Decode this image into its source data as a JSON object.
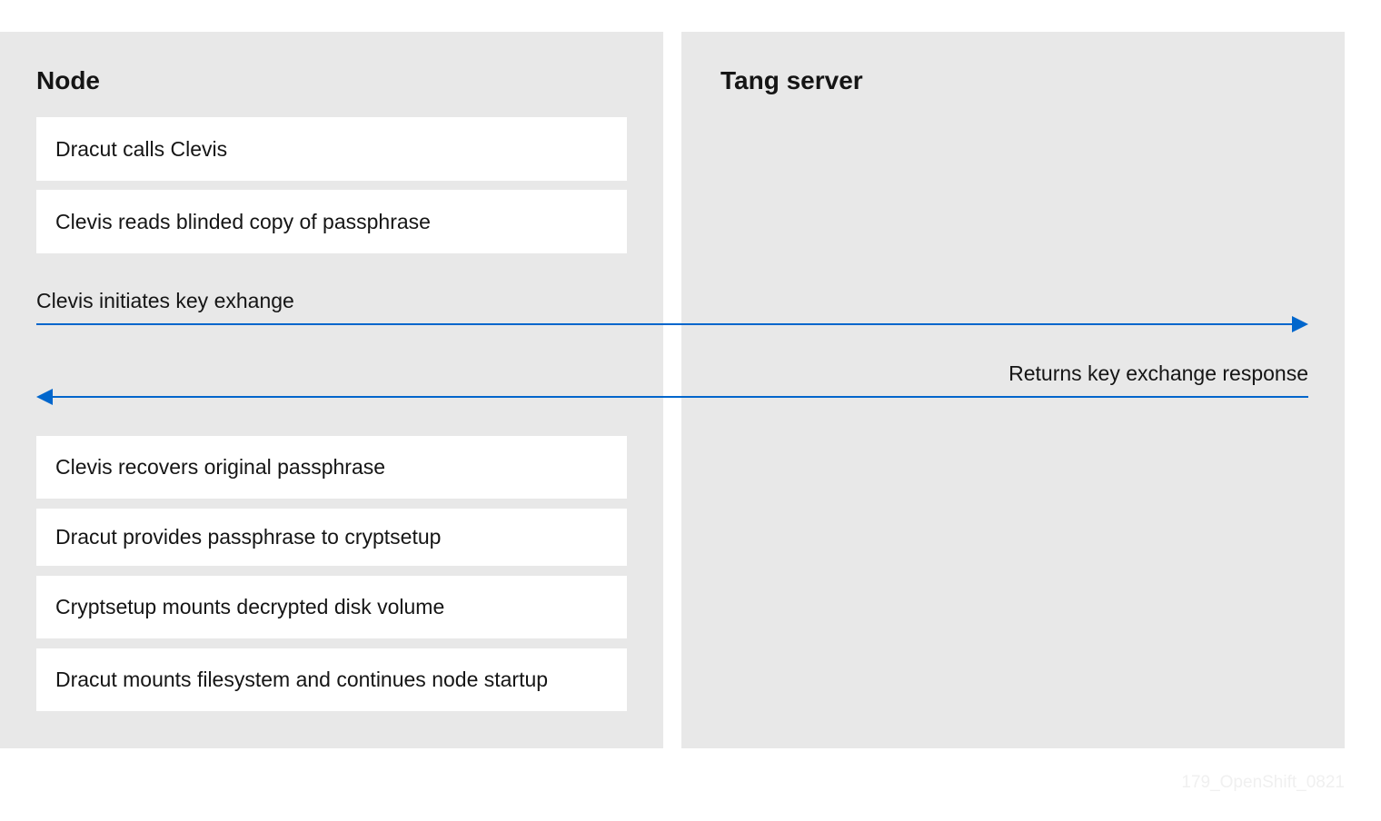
{
  "lanes": {
    "node": {
      "title": "Node"
    },
    "tang": {
      "title": "Tang server"
    }
  },
  "steps_before": [
    "Dracut calls Clevis",
    "Clevis reads blinded copy of passphrase"
  ],
  "messages": {
    "request": {
      "label": "Clevis initiates key exhange",
      "direction": "node-to-tang"
    },
    "response": {
      "label": "Returns key exchange response",
      "direction": "tang-to-node"
    }
  },
  "steps_after": [
    "Clevis recovers original passphrase",
    "Dracut provides passphrase to cryptsetup",
    "Cryptsetup mounts decrypted disk volume",
    "Dracut mounts filesystem and continues node startup"
  ],
  "watermark": "179_OpenShift_0821",
  "colors": {
    "lane_background": "#e8e8e8",
    "step_background": "#ffffff",
    "arrow": "#0066cc",
    "text": "#151515"
  }
}
